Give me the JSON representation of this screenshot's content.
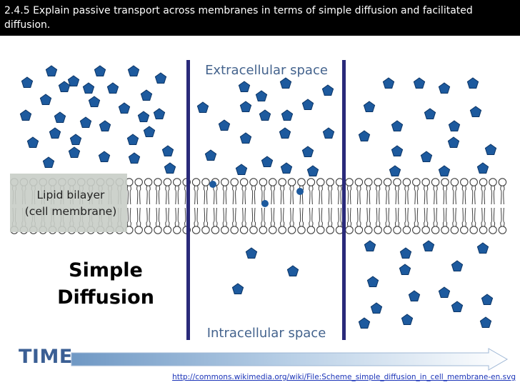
{
  "header": {
    "title": "2.4.5 Explain passive transport across membranes in terms of simple diffusion and facilitated diffusion."
  },
  "diagram": {
    "top_label": "Extracellular space",
    "bottom_label": "Intracellular space",
    "membrane_label_line1": "Lipid bilayer",
    "membrane_label_line2": "(cell membrane)",
    "process_line1": "Simple",
    "process_line2": "Diffusion",
    "time_label": "TIME"
  },
  "footer": {
    "source_link": "http://commons.wikimedia.org/wiki/File:Scheme_simple_diffusion_in_cell_membrane-en.svg"
  },
  "colors": {
    "header_bg": "#000000",
    "molecule_fill": "#1d5a9e",
    "molecule_stroke": "#0c3566",
    "divider": "#2a2a7a",
    "label_blue": "#44638d",
    "link": "#1a33b8"
  }
}
